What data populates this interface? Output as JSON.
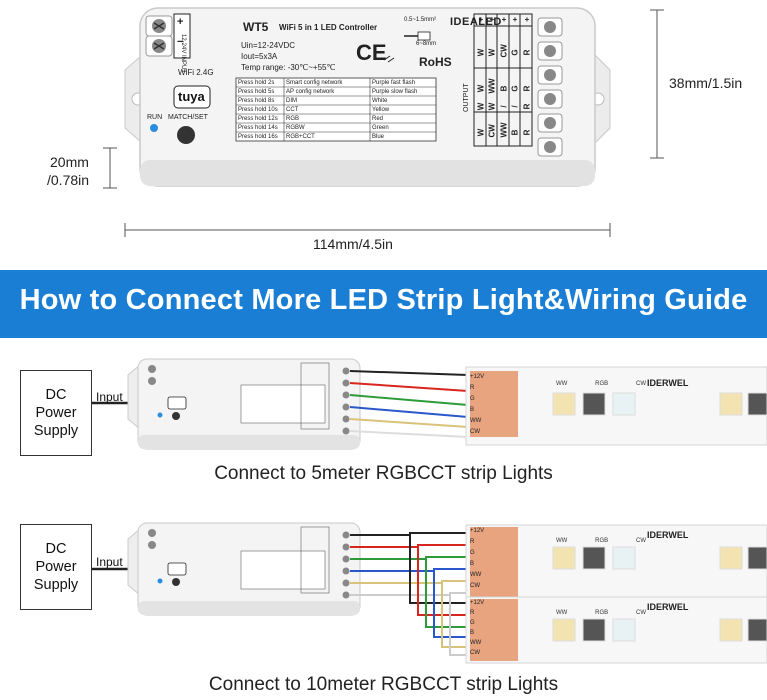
{
  "controller": {
    "brand": "IDEALED",
    "model": "WT5",
    "title": "WiFi 5 in 1 LED Controller",
    "spec_uin": "Uin=12-24VDC",
    "spec_iout": "Iout=5x3A",
    "spec_temp": "Temp range: -30℃~+55℃",
    "wire_size": "0.5~1.5mm²",
    "strip_len": "6~8mm",
    "input_label": "12-24V INPUT",
    "plus": "+",
    "minus": "−",
    "wifi_label": "WiFi 2.4G",
    "tuya": "tuya",
    "run_label": "RUN",
    "match_label": "MATCH/SET",
    "output_label": "OUTPUT",
    "cert_ce": "CE",
    "cert_rohs": "RoHS",
    "table": [
      [
        "Press hold 2s",
        "Smart config network",
        "Purple fast flash"
      ],
      [
        "Press hold 5s",
        "AP config network",
        "Purple slow flash"
      ],
      [
        "Press hold 8s",
        "DIM",
        "White"
      ],
      [
        "Press hold 10s",
        "CCT",
        "Yellow"
      ],
      [
        "Press hold 12s",
        "RGB",
        "Red"
      ],
      [
        "Press hold 14s",
        "RGBW",
        "Green"
      ],
      [
        "Press hold 16s",
        "RGB+CCT",
        "Blue"
      ]
    ],
    "output_cols": [
      [
        "+",
        "W",
        "W",
        "W",
        "W"
      ],
      [
        "+",
        "W",
        "WW",
        "W",
        "CW"
      ],
      [
        "+",
        "CW",
        "B",
        "/",
        "WW"
      ],
      [
        "+",
        "G",
        "G",
        "/",
        "B"
      ],
      [
        "+",
        "R",
        "R",
        "R",
        "R"
      ]
    ]
  },
  "dimensions": {
    "height": "38mm/1.5in",
    "depth_line1": "20mm",
    "depth_line2": "/0.78in",
    "length": "114mm/4.5in"
  },
  "banner": "How to Connect More LED Strip Light&Wiring Guide",
  "diagram1": {
    "ps_lines": [
      "DC",
      "Power",
      "Supply"
    ],
    "input_label": "Input",
    "caption": "Connect to 5meter RGBCCT strip Lights"
  },
  "diagram2": {
    "ps_lines": [
      "DC",
      "Power",
      "Supply"
    ],
    "input_label": "Input",
    "caption": "Connect to 10meter RGBCCT strip Lights"
  },
  "strip": {
    "brand": "IDERWEL",
    "pad_labels": [
      "+12V",
      "R",
      "G",
      "B",
      "WW",
      "CW"
    ],
    "led_labels": [
      "WW",
      "RGB",
      "CW"
    ]
  },
  "colors": {
    "banner": "#1a7fd4",
    "controller_body": "#f3f3f3",
    "wire_red": "#d7261e",
    "wire_green": "#2e9b3b",
    "wire_blue": "#2a57c9",
    "wire_black": "#222222",
    "wire_ww": "#d9c27a",
    "copper_pad": "#e8a37f"
  }
}
